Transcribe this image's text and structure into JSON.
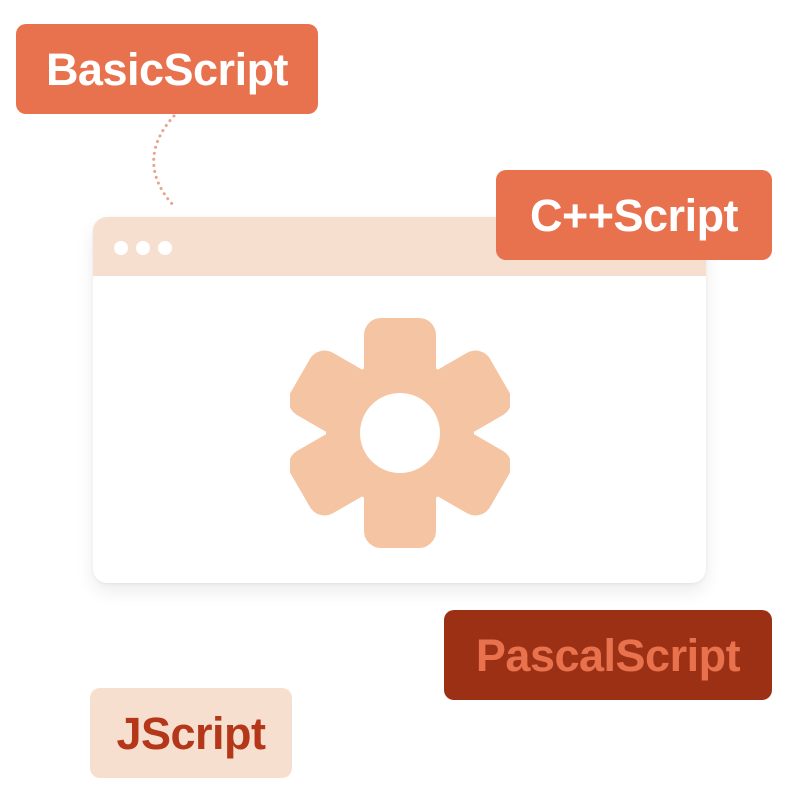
{
  "colors": {
    "accent_orange": "#e8714e",
    "deep_rust": "#9c3015",
    "pale_peach": "#f6dfcf",
    "gear_peach": "#f4c4a3",
    "jscript_text": "#b53719"
  },
  "icons": {
    "gear": "gear-icon",
    "window_dots": "window-control-dots"
  },
  "tags": {
    "basic": "BasicScript",
    "cpp": "C++Script",
    "pascal": "PascalScript",
    "jscript": "JScript"
  }
}
